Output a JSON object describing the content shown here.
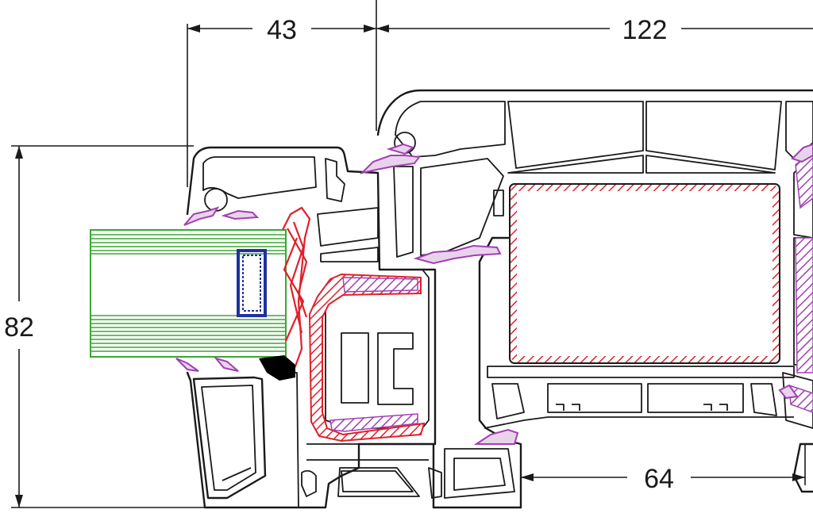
{
  "diagram": {
    "dimensions": {
      "top_left": "43",
      "top_right": "122",
      "left_height": "82",
      "bottom_width": "64"
    },
    "colors": {
      "profile": "#1a1a1a",
      "reinforcement": "#e0202a",
      "gasket": "#a040b0",
      "glazing": "#3aa832",
      "spacer": "#2030a0"
    }
  }
}
